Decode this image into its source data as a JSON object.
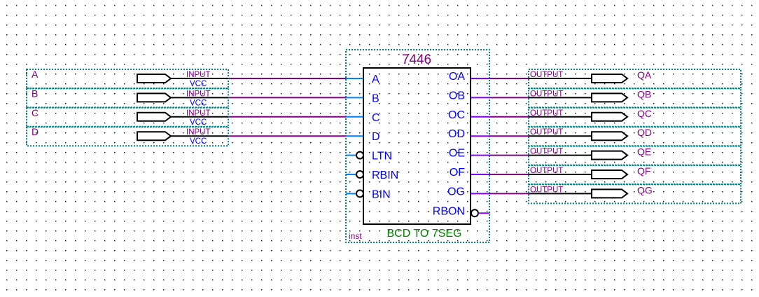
{
  "schematic": {
    "grid": {
      "visible": true,
      "dot_color": "#000000"
    },
    "colors": {
      "selection_box": "#008080",
      "net_wire": "#800080",
      "pin_in": "#0080ff",
      "pin_out": "#8000ff",
      "port_body": "#000000",
      "pin_label": "#0000ff",
      "port_label": "#800080",
      "instance_type": "#008000",
      "symbol_name": "#800080"
    },
    "inputs": [
      {
        "name": "A",
        "type_label": "INPUT",
        "default_label": "VCC"
      },
      {
        "name": "B",
        "type_label": "INPUT",
        "default_label": "VCC"
      },
      {
        "name": "C",
        "type_label": "INPUT",
        "default_label": "VCC"
      },
      {
        "name": "D",
        "type_label": "INPUT",
        "default_label": "VCC"
      }
    ],
    "outputs": [
      {
        "name": "QA",
        "type_label": "OUTPUT"
      },
      {
        "name": "QB",
        "type_label": "OUTPUT"
      },
      {
        "name": "QC",
        "type_label": "OUTPUT"
      },
      {
        "name": "QD",
        "type_label": "OUTPUT"
      },
      {
        "name": "QE",
        "type_label": "OUTPUT"
      },
      {
        "name": "QF",
        "type_label": "OUTPUT"
      },
      {
        "name": "QG",
        "type_label": "OUTPUT"
      }
    ],
    "chip": {
      "part_name": "7446",
      "description": "BCD TO 7SEG",
      "instance_name": "inst",
      "left_pins": [
        {
          "name": "A",
          "inverted": false
        },
        {
          "name": "B",
          "inverted": false
        },
        {
          "name": "C",
          "inverted": false
        },
        {
          "name": "D",
          "inverted": false
        },
        {
          "name": "LTN",
          "inverted": true
        },
        {
          "name": "RBIN",
          "inverted": true
        },
        {
          "name": "BIN",
          "inverted": true
        }
      ],
      "right_pins": [
        {
          "name": "OA",
          "inverted": false
        },
        {
          "name": "OB",
          "inverted": false
        },
        {
          "name": "OC",
          "inverted": false
        },
        {
          "name": "OD",
          "inverted": false
        },
        {
          "name": "OE",
          "inverted": false
        },
        {
          "name": "OF",
          "inverted": false
        },
        {
          "name": "OG",
          "inverted": false
        },
        {
          "name": "RBON",
          "inverted": true
        }
      ]
    }
  }
}
